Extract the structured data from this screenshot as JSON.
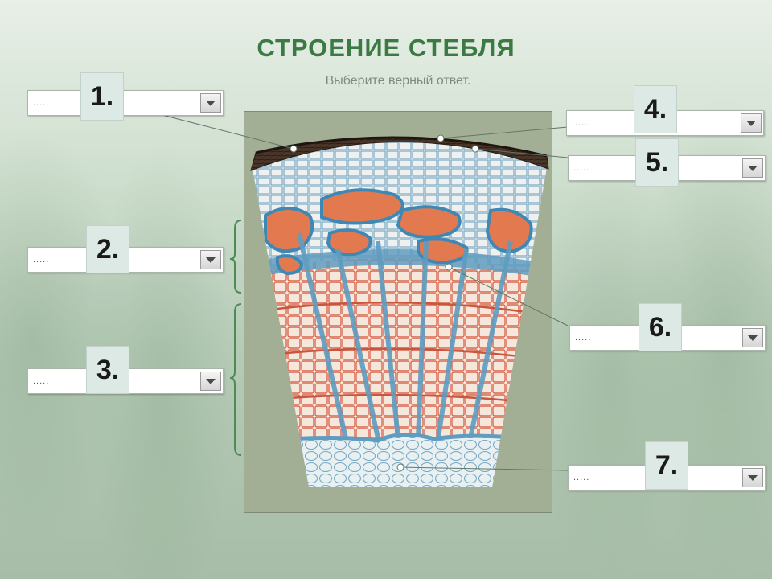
{
  "title": "СТРОЕНИЕ  СТЕБЛЯ",
  "subtitle": "Выберите верный ответ.",
  "placeholder": ".....",
  "labels": [
    {
      "id": "1",
      "number": "1."
    },
    {
      "id": "2",
      "number": "2."
    },
    {
      "id": "3",
      "number": "3."
    },
    {
      "id": "4",
      "number": "4."
    },
    {
      "id": "5",
      "number": "5."
    },
    {
      "id": "6",
      "number": "6."
    },
    {
      "id": "7",
      "number": "7."
    }
  ],
  "colors": {
    "title": "#3b7a43",
    "bark": "#3a2a22",
    "cambium_blue": "#6da7c9",
    "wood_orange": "#e3806a",
    "pith": "#bfd9ec"
  }
}
